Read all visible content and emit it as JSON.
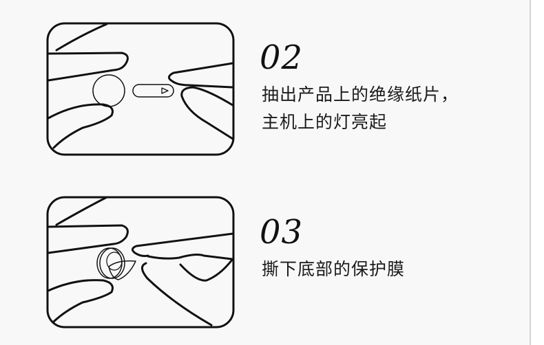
{
  "steps": [
    {
      "number": "02",
      "lines": [
        "抽出产品上的绝缘纸片，",
        "主机上的灯亮起"
      ]
    },
    {
      "number": "03",
      "lines": [
        "撕下底部的保护膜"
      ]
    }
  ]
}
